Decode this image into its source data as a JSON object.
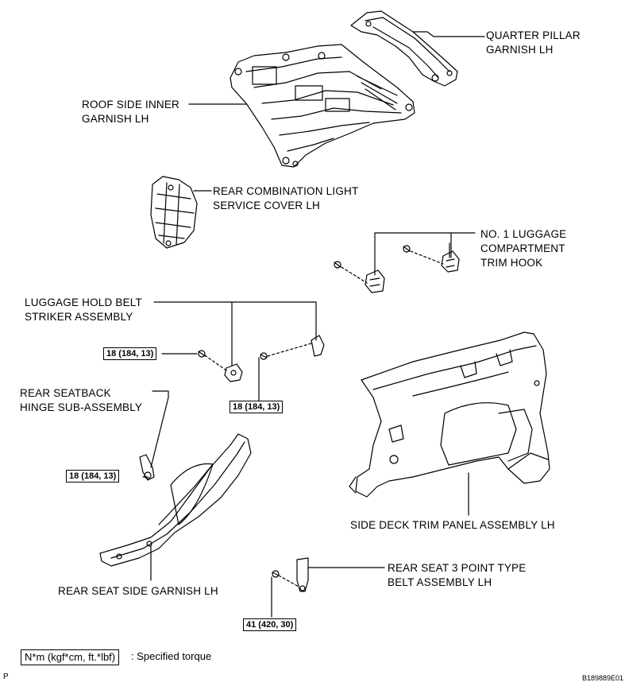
{
  "labels": {
    "quarter_pillar_l1": "QUARTER PILLAR",
    "quarter_pillar_l2": "GARNISH LH",
    "roof_side_l1": "ROOF SIDE INNER",
    "roof_side_l2": "GARNISH LH",
    "rear_combo_l1": "REAR COMBINATION LIGHT",
    "rear_combo_l2": "SERVICE COVER LH",
    "luggage_hook_l1": "NO. 1 LUGGAGE",
    "luggage_hook_l2": "COMPARTMENT",
    "luggage_hook_l3": "TRIM HOOK",
    "hold_belt_l1": "LUGGAGE HOLD BELT",
    "hold_belt_l2": "STRIKER ASSEMBLY",
    "seatback_hinge_l1": "REAR SEATBACK",
    "seatback_hinge_l2": "HINGE SUB-ASSEMBLY",
    "side_deck": "SIDE DECK TRIM PANEL ASSEMBLY LH",
    "rear_seat_side": "REAR SEAT SIDE GARNISH LH",
    "belt_3pt_l1": "REAR SEAT 3 POINT TYPE",
    "belt_3pt_l2": "BELT ASSEMBLY LH"
  },
  "torques": {
    "striker_left": "18 (184, 13)",
    "striker_right": "18 (184, 13)",
    "hinge": "18 (184, 13)",
    "belt": "41 (420, 30)"
  },
  "legend": {
    "unit": "N*m (kgf*cm, ft.*lbf)",
    "text": ": Specified torque"
  },
  "corner": {
    "left": "P",
    "code": "B189889E01"
  }
}
